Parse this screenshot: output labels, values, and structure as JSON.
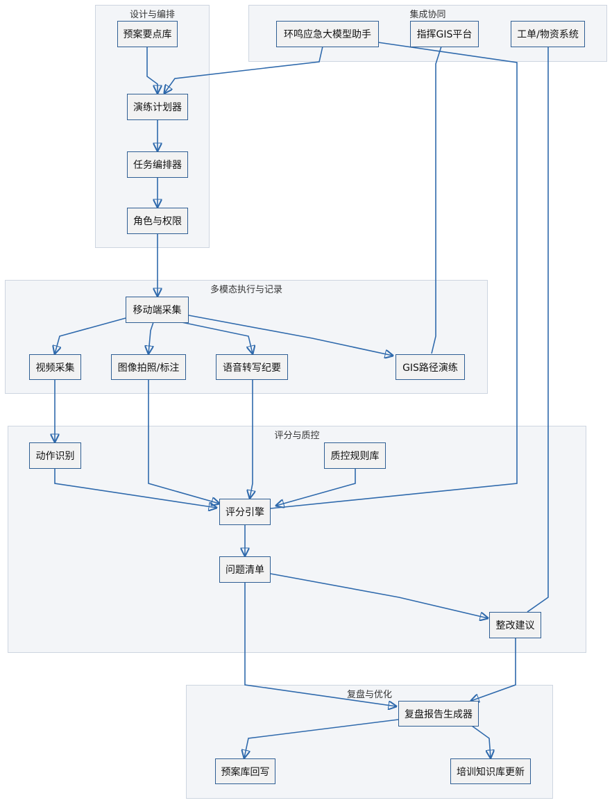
{
  "groups": {
    "design": "设计与编排",
    "integration": "集成协同",
    "multimodal": "多模态执行与记录",
    "scoring": "评分与质控",
    "review": "复盘与优化"
  },
  "nodes": {
    "plan_points": "预案要点库",
    "drill_planner": "演练计划器",
    "task_orchestrator": "任务编排器",
    "roles_perms": "角色与权限",
    "llm_assistant": "环鸣应急大模型助手",
    "gis_platform": "指挥GIS平台",
    "workorder_system": "工单/物资系统",
    "mobile_capture": "移动端采集",
    "video_capture": "视频采集",
    "image_annotate": "图像拍照/标注",
    "speech_transcribe": "语音转写纪要",
    "gis_route_drill": "GIS路径演练",
    "action_recognition": "动作识别",
    "qc_rules": "质控规则库",
    "scoring_engine": "评分引擎",
    "issue_list": "问题清单",
    "improvement": "整改建议",
    "report_generator": "复盘报告生成器",
    "plan_writeback": "预案库回写",
    "training_kb_update": "培训知识库更新"
  }
}
